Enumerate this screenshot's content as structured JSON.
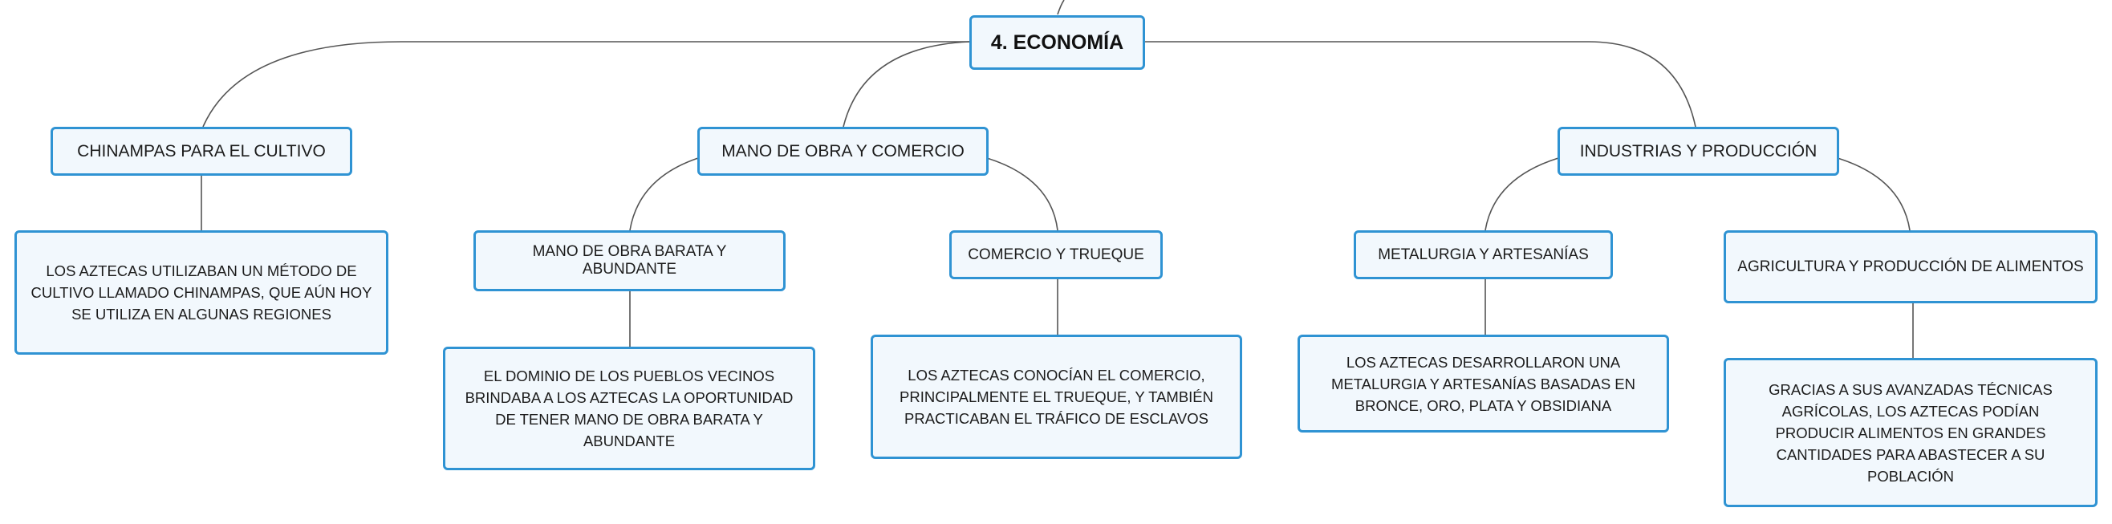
{
  "colors": {
    "border": "#2f93d3",
    "fill": "#f2f8fd",
    "line": "#555555"
  },
  "root": {
    "label": "4. ECONOMÍA"
  },
  "branches": [
    {
      "label": "CHINAMPAS PARA EL CULTIVO",
      "detail": "LOS AZTECAS UTILIZABAN UN MÉTODO DE CULTIVO LLAMADO CHINAMPAS, QUE AÚN HOY SE UTILIZA EN ALGUNAS REGIONES"
    },
    {
      "label": "MANO DE OBRA Y COMERCIO",
      "children": [
        {
          "label": "MANO DE OBRA BARATA Y ABUNDANTE",
          "detail": "EL DOMINIO DE LOS PUEBLOS VECINOS BRINDABA A LOS AZTECAS LA OPORTUNIDAD DE TENER MANO DE OBRA BARATA Y ABUNDANTE"
        },
        {
          "label": "COMERCIO Y TRUEQUE",
          "detail": "LOS AZTECAS CONOCÍAN EL COMERCIO, PRINCIPALMENTE EL TRUEQUE, Y TAMBIÉN PRACTICABAN EL TRÁFICO DE ESCLAVOS"
        }
      ]
    },
    {
      "label": "INDUSTRIAS Y PRODUCCIÓN",
      "children": [
        {
          "label": "METALURGIA Y ARTESANÍAS",
          "detail": "LOS AZTECAS DESARROLLARON UNA METALURGIA Y ARTESANÍAS BASADAS EN BRONCE, ORO, PLATA Y OBSIDIANA"
        },
        {
          "label": "AGRICULTURA Y PRODUCCIÓN DE ALIMENTOS",
          "detail": "GRACIAS A SUS AVANZADAS TÉCNICAS AGRÍCOLAS, LOS AZTECAS PODÍAN PRODUCIR ALIMENTOS EN GRANDES CANTIDADES PARA ABASTECER A SU POBLACIÓN"
        }
      ]
    }
  ]
}
